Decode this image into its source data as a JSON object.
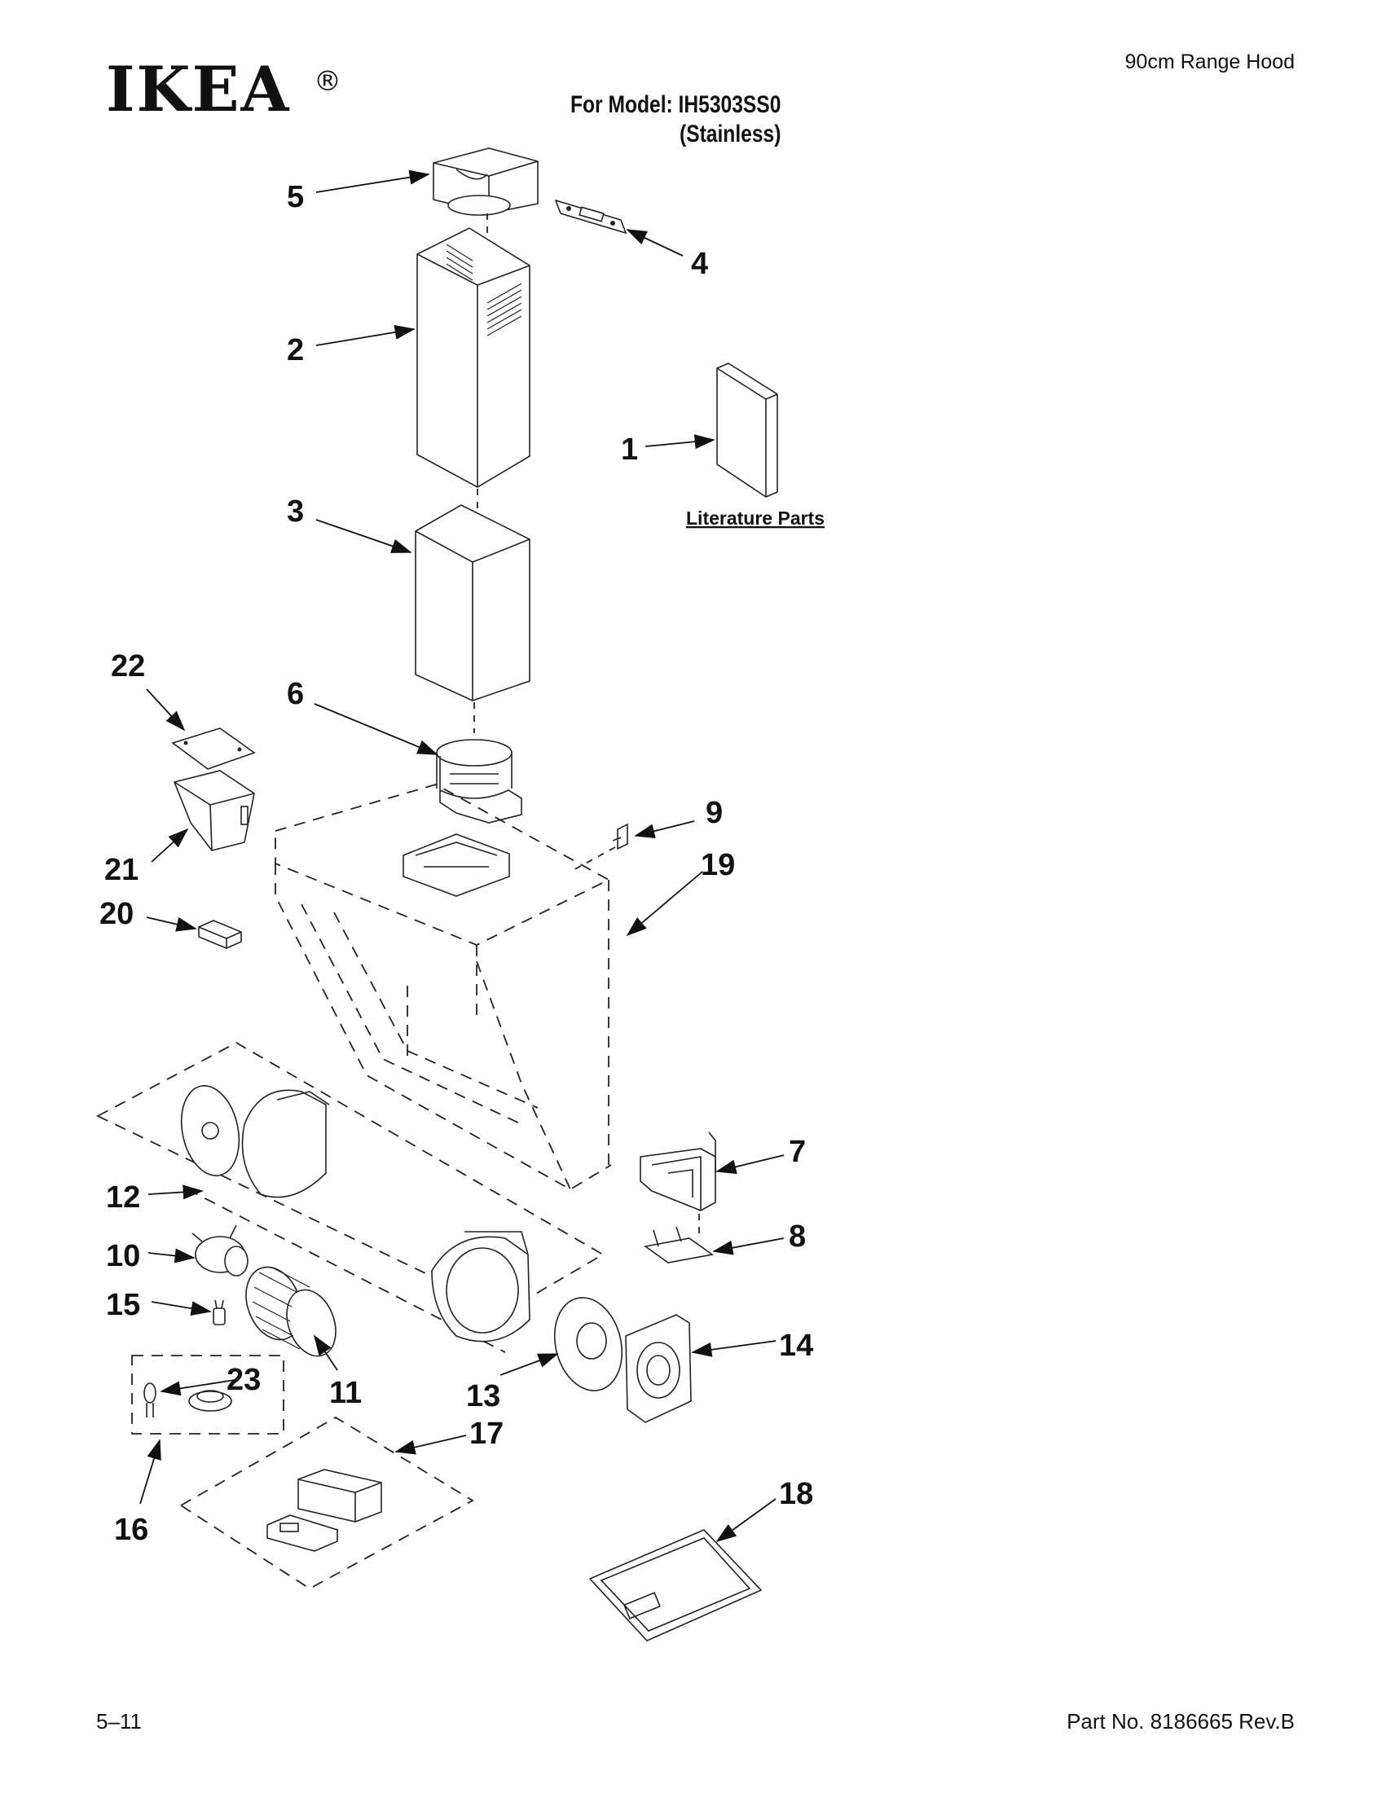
{
  "header": {
    "brand": "IKEA",
    "registered_mark": "®",
    "page_type": "90cm Range Hood",
    "model_line": "For Model: IH5303SS0",
    "finish_line": "(Stainless)"
  },
  "diagram": {
    "literature_label": "Literature Parts",
    "callouts": [
      "1",
      "2",
      "3",
      "4",
      "5",
      "6",
      "7",
      "8",
      "9",
      "10",
      "11",
      "12",
      "13",
      "14",
      "15",
      "16",
      "17",
      "18",
      "19",
      "20",
      "21",
      "22",
      "23"
    ]
  },
  "footer": {
    "date_code": "5–11",
    "part_number": "Part No. 8186665 Rev.B"
  }
}
